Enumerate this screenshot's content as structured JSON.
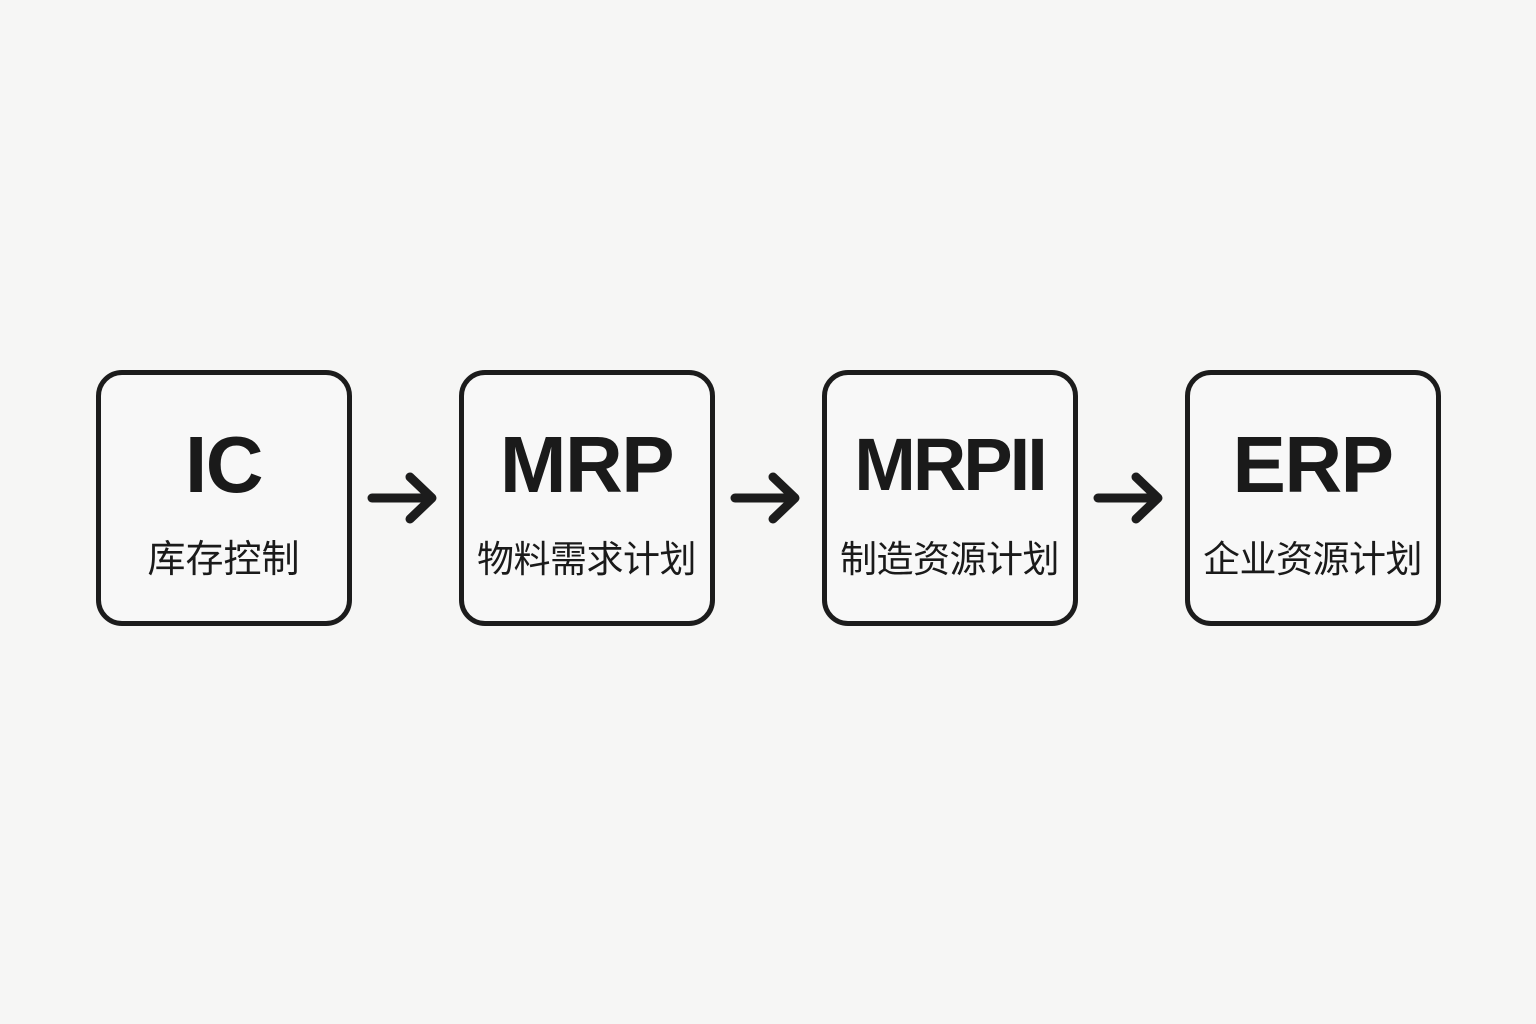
{
  "background": {
    "page_color": "#f6f6f5",
    "box_fill": "#f8f8f8",
    "stroke_color": "#1c1c1c",
    "text_color": "#1a1a1a"
  },
  "diagram": {
    "type": "linear-flow",
    "direction": "left-to-right",
    "node_count": 4,
    "connector_count": 3,
    "connector_icon": "right-arrow-icon",
    "nodes": [
      {
        "id": "ic",
        "acronym": "IC",
        "subtitle": "库存控制",
        "subtitle_chars": 4
      },
      {
        "id": "mrp",
        "acronym": "MRP",
        "subtitle": "物料需求计划",
        "subtitle_chars": 6
      },
      {
        "id": "mrpii",
        "acronym": "MRPII",
        "subtitle": "制造资源计划",
        "subtitle_chars": 6
      },
      {
        "id": "erp",
        "acronym": "ERP",
        "subtitle": "企业资源计划",
        "subtitle_chars": 6
      }
    ],
    "connectors": [
      {
        "id": "arrow-ic-mrp",
        "from": "ic",
        "to": "mrp",
        "label": ""
      },
      {
        "id": "arrow-mrp-mrpii",
        "from": "mrp",
        "to": "mrpii",
        "label": ""
      },
      {
        "id": "arrow-mrpii-erp",
        "from": "mrpii",
        "to": "erp",
        "label": ""
      }
    ]
  }
}
